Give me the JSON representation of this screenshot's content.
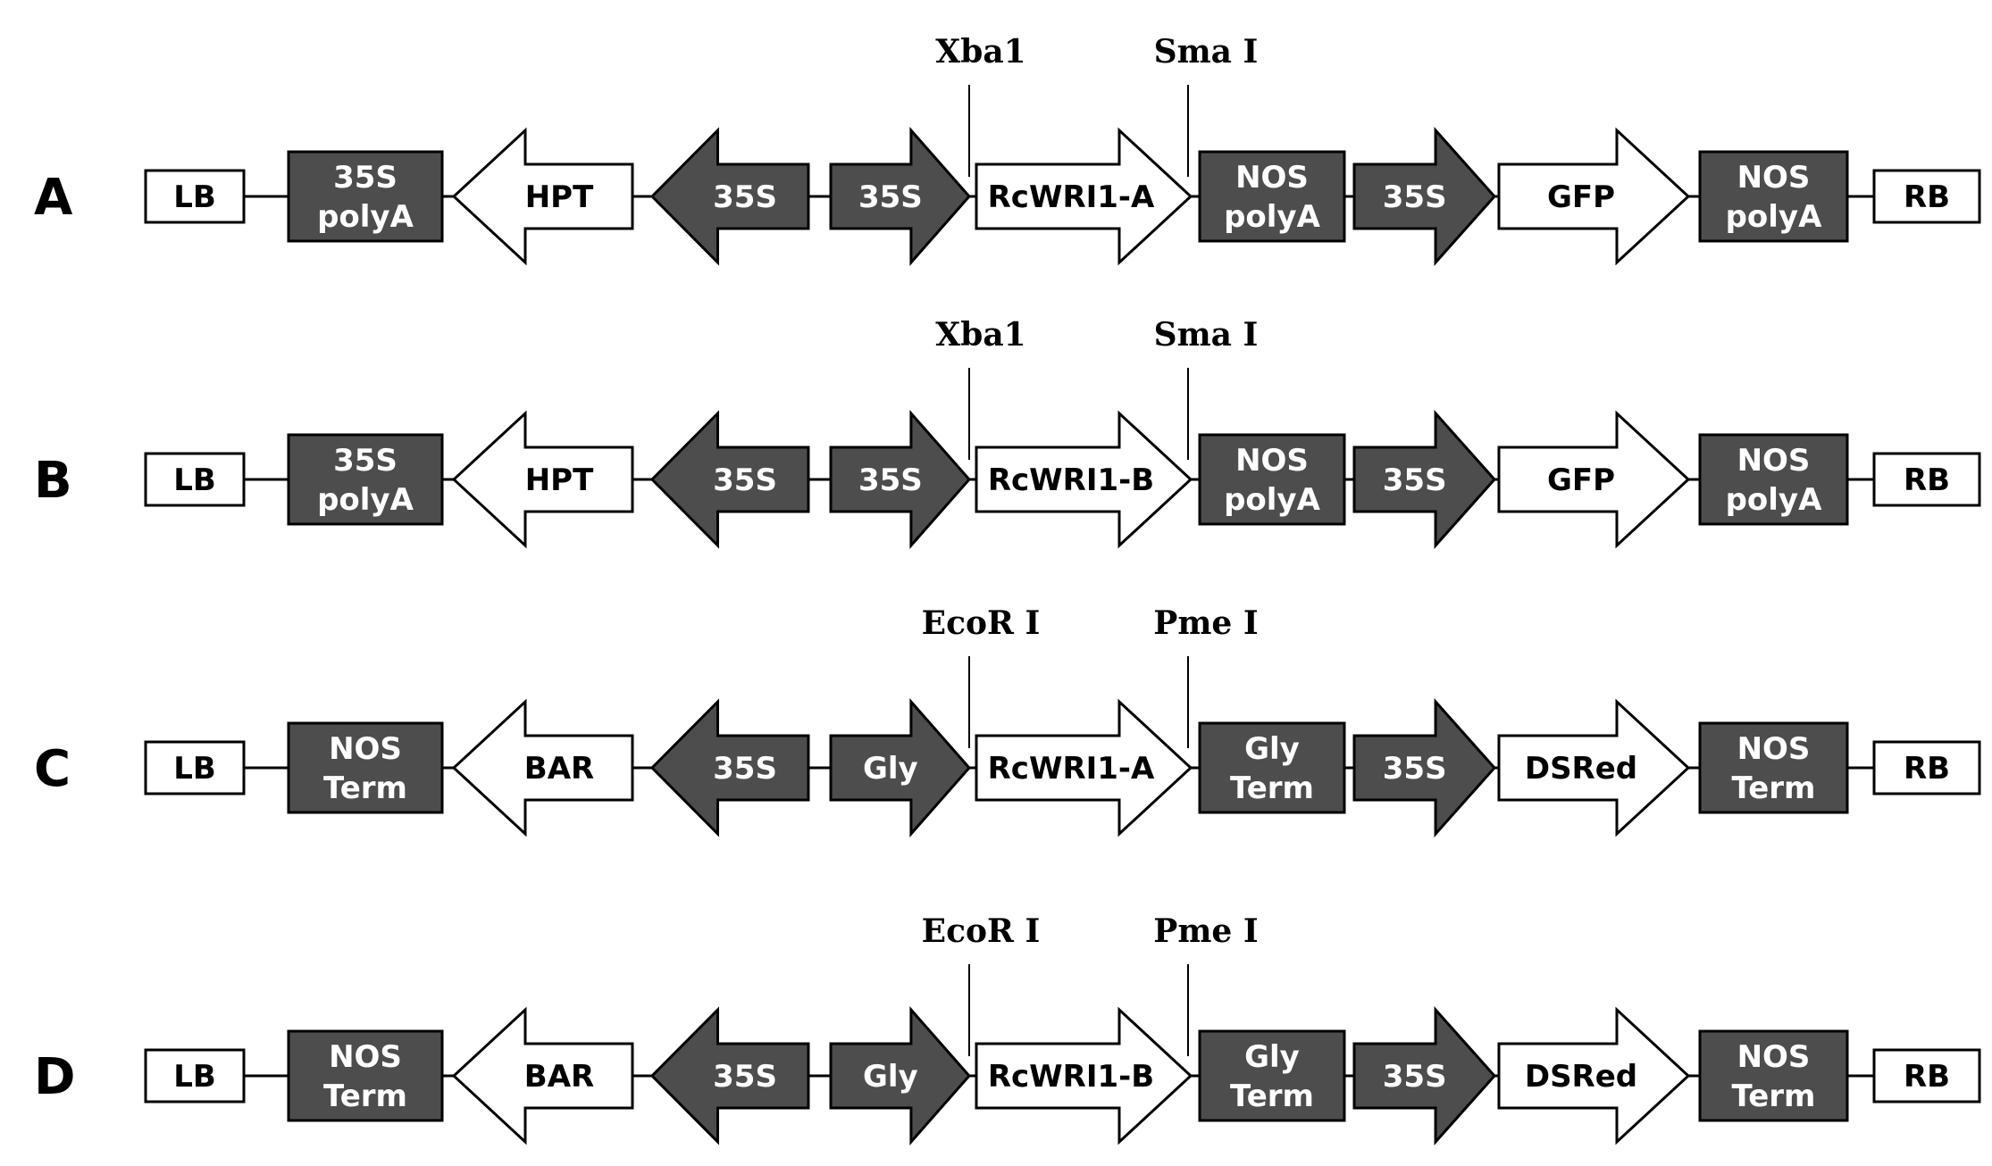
{
  "colors": {
    "dark": "#4d4d4d",
    "light": "#ffffff",
    "stroke": "#000000",
    "textOnDark": "#ffffff",
    "textOnLight": "#000000"
  },
  "constructs": [
    {
      "id": "A",
      "label": "A",
      "sites": [
        "Xba1",
        "Sma I"
      ],
      "elements": [
        {
          "kind": "rect",
          "fill": "light",
          "lines": [
            "LB"
          ]
        },
        {
          "kind": "rect",
          "fill": "dark",
          "lines": [
            "35S",
            "polyA"
          ]
        },
        {
          "kind": "arrow-left",
          "fill": "light",
          "lines": [
            "HPT"
          ]
        },
        {
          "kind": "arrow-left",
          "fill": "dark",
          "lines": [
            "35S"
          ]
        },
        {
          "kind": "arrow-right",
          "fill": "dark",
          "lines": [
            "35S"
          ]
        },
        {
          "kind": "arrow-right",
          "fill": "light",
          "lines": [
            "RcWRI1-A"
          ]
        },
        {
          "kind": "rect",
          "fill": "dark",
          "lines": [
            "NOS",
            "polyA"
          ]
        },
        {
          "kind": "arrow-right",
          "fill": "dark",
          "lines": [
            "35S"
          ]
        },
        {
          "kind": "arrow-right",
          "fill": "light",
          "lines": [
            "GFP"
          ]
        },
        {
          "kind": "rect",
          "fill": "dark",
          "lines": [
            "NOS",
            "polyA"
          ]
        },
        {
          "kind": "rect",
          "fill": "light",
          "lines": [
            "RB"
          ]
        }
      ]
    },
    {
      "id": "B",
      "label": "B",
      "sites": [
        "Xba1",
        "Sma I"
      ],
      "elements": [
        {
          "kind": "rect",
          "fill": "light",
          "lines": [
            "LB"
          ]
        },
        {
          "kind": "rect",
          "fill": "dark",
          "lines": [
            "35S",
            "polyA"
          ]
        },
        {
          "kind": "arrow-left",
          "fill": "light",
          "lines": [
            "HPT"
          ]
        },
        {
          "kind": "arrow-left",
          "fill": "dark",
          "lines": [
            "35S"
          ]
        },
        {
          "kind": "arrow-right",
          "fill": "dark",
          "lines": [
            "35S"
          ]
        },
        {
          "kind": "arrow-right",
          "fill": "light",
          "lines": [
            "RcWRI1-B"
          ]
        },
        {
          "kind": "rect",
          "fill": "dark",
          "lines": [
            "NOS",
            "polyA"
          ]
        },
        {
          "kind": "arrow-right",
          "fill": "dark",
          "lines": [
            "35S"
          ]
        },
        {
          "kind": "arrow-right",
          "fill": "light",
          "lines": [
            "GFP"
          ]
        },
        {
          "kind": "rect",
          "fill": "dark",
          "lines": [
            "NOS",
            "polyA"
          ]
        },
        {
          "kind": "rect",
          "fill": "light",
          "lines": [
            "RB"
          ]
        }
      ]
    },
    {
      "id": "C",
      "label": "C",
      "sites": [
        "EcoR I",
        "Pme I"
      ],
      "elements": [
        {
          "kind": "rect",
          "fill": "light",
          "lines": [
            "LB"
          ]
        },
        {
          "kind": "rect",
          "fill": "dark",
          "lines": [
            "NOS",
            "Term"
          ]
        },
        {
          "kind": "arrow-left",
          "fill": "light",
          "lines": [
            "BAR"
          ]
        },
        {
          "kind": "arrow-left",
          "fill": "dark",
          "lines": [
            "35S"
          ]
        },
        {
          "kind": "arrow-right",
          "fill": "dark",
          "lines": [
            "Gly"
          ]
        },
        {
          "kind": "arrow-right",
          "fill": "light",
          "lines": [
            "RcWRI1-A"
          ]
        },
        {
          "kind": "rect",
          "fill": "dark",
          "lines": [
            "Gly",
            "Term"
          ]
        },
        {
          "kind": "arrow-right",
          "fill": "dark",
          "lines": [
            "35S"
          ]
        },
        {
          "kind": "arrow-right",
          "fill": "light",
          "lines": [
            "DSRed"
          ]
        },
        {
          "kind": "rect",
          "fill": "dark",
          "lines": [
            "NOS",
            "Term"
          ]
        },
        {
          "kind": "rect",
          "fill": "light",
          "lines": [
            "RB"
          ]
        }
      ]
    },
    {
      "id": "D",
      "label": "D",
      "sites": [
        "EcoR I",
        "Pme I"
      ],
      "elements": [
        {
          "kind": "rect",
          "fill": "light",
          "lines": [
            "LB"
          ]
        },
        {
          "kind": "rect",
          "fill": "dark",
          "lines": [
            "NOS",
            "Term"
          ]
        },
        {
          "kind": "arrow-left",
          "fill": "light",
          "lines": [
            "BAR"
          ]
        },
        {
          "kind": "arrow-left",
          "fill": "dark",
          "lines": [
            "35S"
          ]
        },
        {
          "kind": "arrow-right",
          "fill": "dark",
          "lines": [
            "Gly"
          ]
        },
        {
          "kind": "arrow-right",
          "fill": "light",
          "lines": [
            "RcWRI1-B"
          ]
        },
        {
          "kind": "rect",
          "fill": "dark",
          "lines": [
            "Gly",
            "Term"
          ]
        },
        {
          "kind": "arrow-right",
          "fill": "dark",
          "lines": [
            "35S"
          ]
        },
        {
          "kind": "arrow-right",
          "fill": "light",
          "lines": [
            "DSRed"
          ]
        },
        {
          "kind": "rect",
          "fill": "dark",
          "lines": [
            "NOS",
            "Term"
          ]
        },
        {
          "kind": "rect",
          "fill": "light",
          "lines": [
            "RB"
          ]
        }
      ]
    }
  ]
}
